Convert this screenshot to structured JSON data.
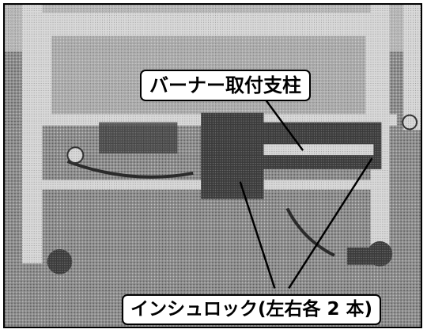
{
  "image": {
    "description_style": "grayscale halftone photograph of a wheeled metal frame stand with a burner support post, cable ties attached"
  },
  "callouts": {
    "burner_post_label": "バーナー取付支柱",
    "cable_tie_label": "インシュロック(左右各 2 本)"
  },
  "colors": {
    "frame_border": "#000000",
    "callout_bg": "#ffffff",
    "callout_text": "#000000"
  }
}
